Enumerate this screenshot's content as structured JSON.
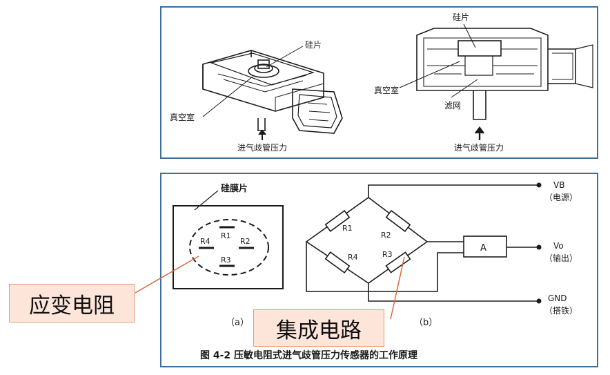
{
  "top_figure": {
    "left_labels": {
      "silicon_chip": "硅片",
      "vacuum_chamber": "真空室",
      "intake_pressure": "进气歧管压力"
    },
    "right_labels": {
      "silicon_chip": "硅片",
      "vacuum_chamber": "真空室",
      "filter_screen": "滤网",
      "intake_pressure": "进气歧管压力"
    }
  },
  "bottom_figure": {
    "diaphragm_label": "硅膜片",
    "resistors": [
      "R1",
      "R2",
      "R3",
      "R4"
    ],
    "amplifier": "A",
    "terminals": {
      "vb_symbol": "VB",
      "vb_desc": "（电源）",
      "vo_symbol": "Vo",
      "vo_desc": "（输出）",
      "gnd_symbol": "GND",
      "gnd_desc": "（搭铁）"
    },
    "sub_a": "（a）",
    "sub_b": "（b）",
    "caption": "图 4-2  压敏电阻式进气歧管压力传感器的工作原理"
  },
  "callouts": {
    "resistor": "应变电阻",
    "ic": "集成电路"
  },
  "colors": {
    "panel_border": "#3c6e9e",
    "callout_fill": "#fde5da",
    "callout_border": "#e59a78",
    "pointer_line": "#d46a3a"
  }
}
